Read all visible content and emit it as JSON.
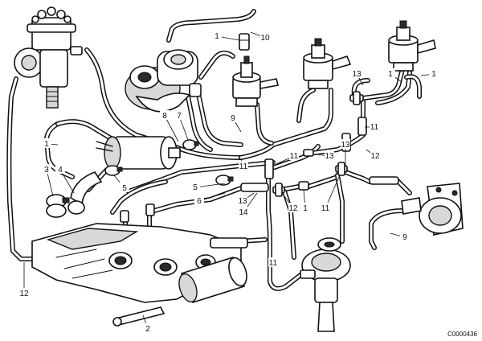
{
  "callouts": [
    {
      "text": "1"
    },
    {
      "text": "10"
    },
    {
      "text": "1"
    },
    {
      "text": "1"
    },
    {
      "text": "13"
    },
    {
      "text": "1"
    },
    {
      "text": "11"
    },
    {
      "text": "8"
    },
    {
      "text": "7"
    },
    {
      "text": "9"
    },
    {
      "text": "11"
    },
    {
      "text": "11"
    },
    {
      "text": "13"
    },
    {
      "text": "12"
    },
    {
      "text": "13"
    },
    {
      "text": "3"
    },
    {
      "text": "4"
    },
    {
      "text": "5"
    },
    {
      "text": "5"
    },
    {
      "text": "6"
    },
    {
      "text": "13"
    },
    {
      "text": "14"
    },
    {
      "text": "12"
    },
    {
      "text": "1"
    },
    {
      "text": "11"
    },
    {
      "text": "9"
    },
    {
      "text": "11"
    },
    {
      "text": "12"
    },
    {
      "text": "2"
    }
  ],
  "figure_code": "C0000436"
}
